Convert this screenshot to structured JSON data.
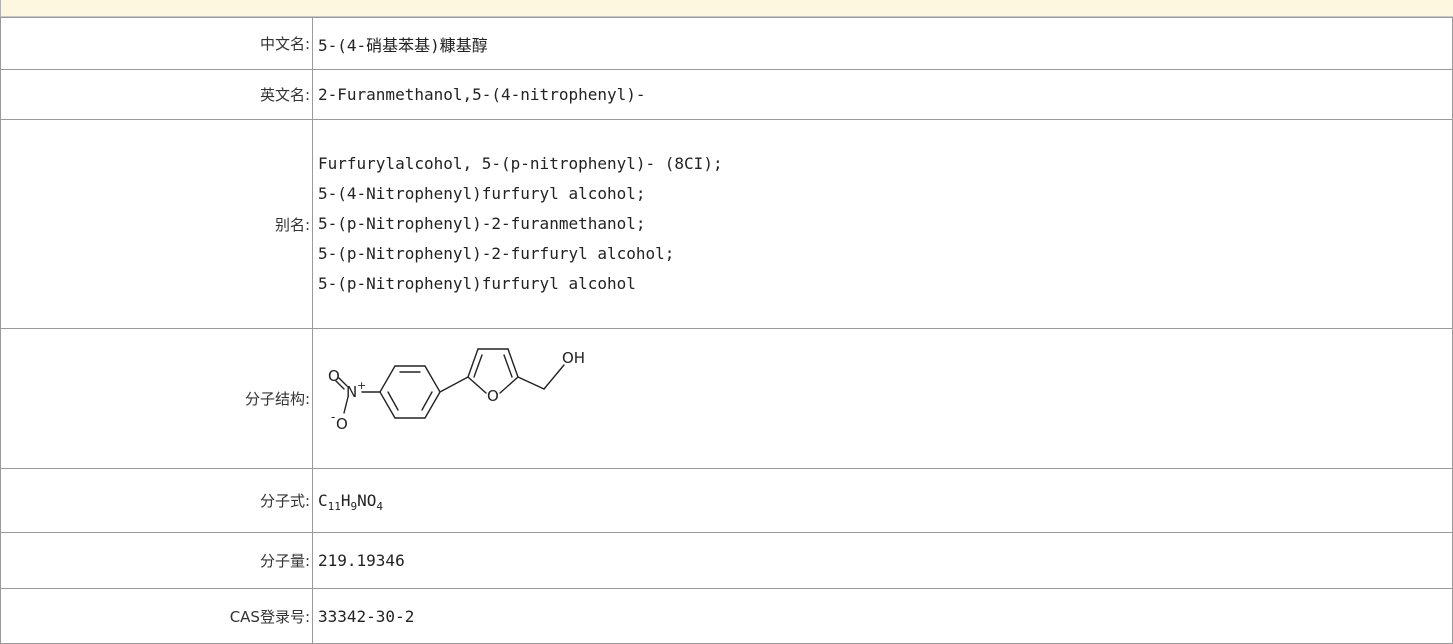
{
  "rows": {
    "cn_name": {
      "label": "中文名:",
      "value": "5-(4-硝基苯基)糠基醇"
    },
    "en_name": {
      "label": "英文名:",
      "value": "2-Furanmethanol,5-(4-nitrophenyl)-"
    },
    "aliases": {
      "label": "别名:",
      "items": [
        "Furfurylalcohol, 5-(p-nitrophenyl)- (8CI);",
        "5-(4-Nitrophenyl)furfuryl alcohol;",
        "5-(p-Nitrophenyl)-2-furanmethanol;",
        "5-(p-Nitrophenyl)-2-furfuryl alcohol;",
        "5-(p-Nitrophenyl)furfuryl alcohol"
      ]
    },
    "structure": {
      "label": "分子结构:",
      "atoms": {
        "o_top": "O",
        "n": "N",
        "plus": "+",
        "o_bottom": "O",
        "minus": "-",
        "ring_o": "O",
        "oh": "OH"
      }
    },
    "formula": {
      "label": "分子式:",
      "parts": {
        "c": "C",
        "c_n": "11",
        "h": "H",
        "h_n": "9",
        "no": "NO",
        "no_n": "4"
      }
    },
    "mass": {
      "label": "分子量:",
      "value": "219.19346"
    },
    "cas": {
      "label": "CAS登录号:",
      "value": "33342-30-2"
    }
  }
}
